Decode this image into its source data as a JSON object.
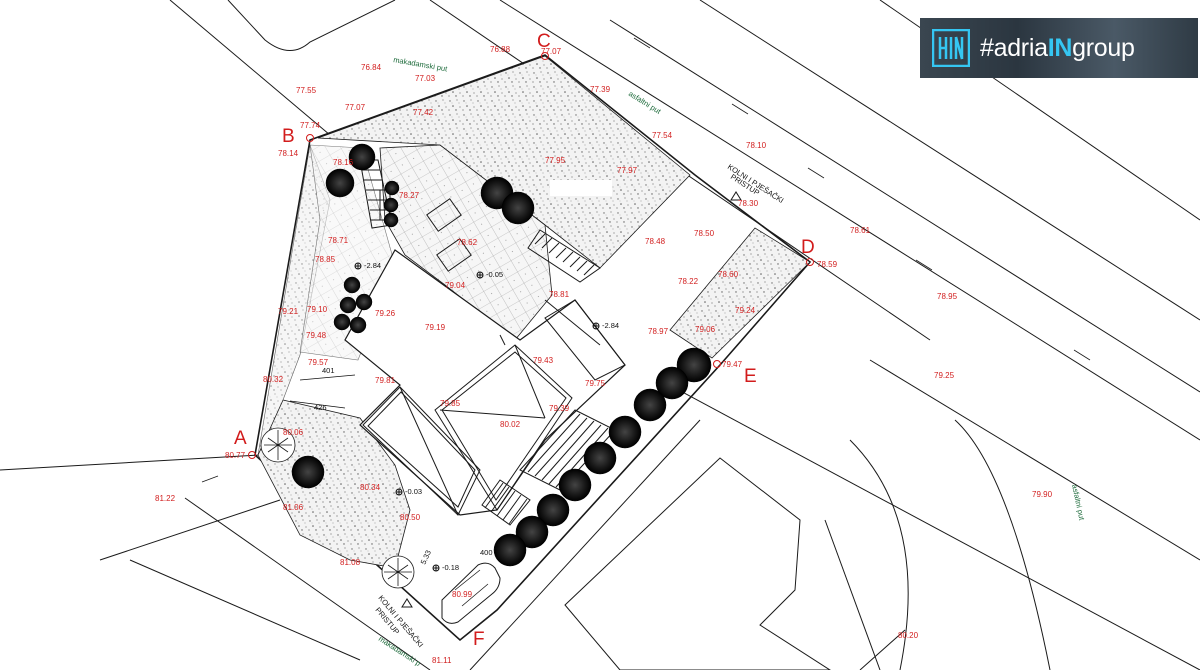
{
  "brand": {
    "prefix": "#adria",
    "highlight": "IN",
    "suffix": "group",
    "accent_color": "#35c6f2",
    "icon": "adriaingroup-logo-mark"
  },
  "corners": [
    "A",
    "B",
    "C",
    "D",
    "E",
    "F"
  ],
  "roads": {
    "makadamski_top": "makadamski put",
    "asfaltni_top": "asfaltni put",
    "asfaltni_right": "asfaltni put",
    "makadamski_bottom": "makadamski p"
  },
  "access": {
    "top_right": [
      "KOLNI I PJEŠAČKI",
      "PRISTUP"
    ],
    "bottom_left": [
      "KOLNI I PJEŠAČKI",
      "PRISTUP"
    ]
  },
  "levels": {
    "l1": "-2.84",
    "l2": "-0.05",
    "l3": "-2.84",
    "l4": "-0.03",
    "l5": "-0.18"
  },
  "dimensions": {
    "d401": "401",
    "d426": "426",
    "d533": "5.33",
    "d400": "400"
  },
  "elevations": [
    "76.84",
    "76.88",
    "77.07",
    "77.03",
    "77.55",
    "77.07",
    "77.42",
    "77.39",
    "77.74",
    "78.14",
    "77.54",
    "78.10",
    "77.95",
    "77.97",
    "78.30",
    "78.61",
    "78.59",
    "78.27",
    "78.16",
    "78.50",
    "78.48",
    "78.62",
    "78.71",
    "78.85",
    "78.22",
    "78.60",
    "78.95",
    "79.04",
    "78.81",
    "79.21",
    "79.10",
    "79.26",
    "79.19",
    "79.24",
    "78.97",
    "79.06",
    "79.48",
    "79.43",
    "79.47",
    "79.57",
    "79.25",
    "80.32",
    "79.81",
    "79.75",
    "79.85",
    "79.39",
    "80.02",
    "80.06",
    "80.77",
    "80.34",
    "81.22",
    "81.06",
    "80.50",
    "81.08",
    "80.99",
    "79.90",
    "80.20",
    "81.11"
  ]
}
